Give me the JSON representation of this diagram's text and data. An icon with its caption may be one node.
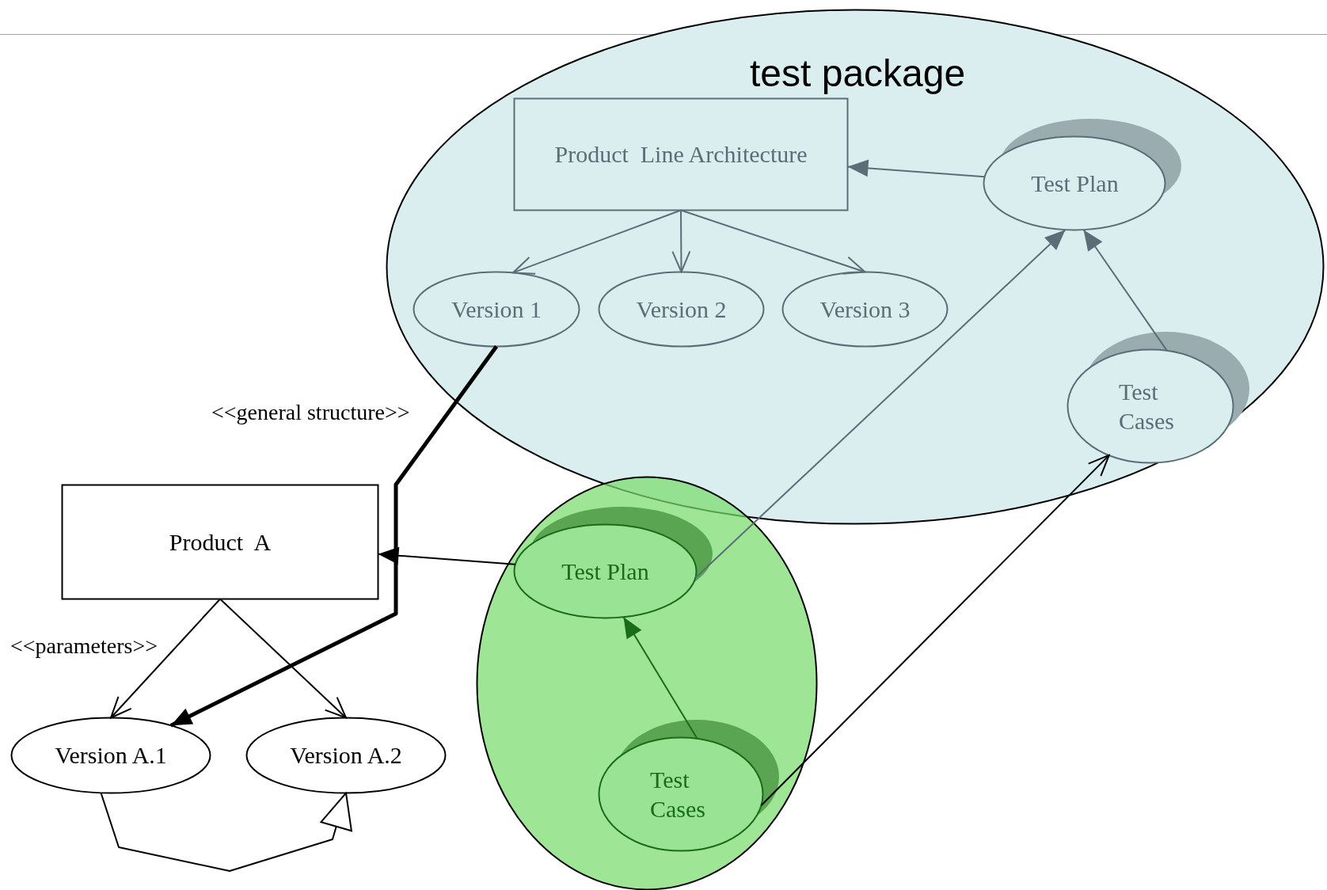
{
  "diagram": {
    "nodes": [
      {
        "text": [
          "test package"
        ]
      },
      {
        "text": [
          "Product  Line Architecture"
        ],
        "in": 0
      },
      {
        "text": [
          "Test Plan"
        ],
        "in": 0
      },
      {
        "text": [
          "Version 1"
        ],
        "in": 0
      },
      {
        "text": [
          "Version 2"
        ],
        "in": 0
      },
      {
        "text": [
          "Version 3"
        ],
        "in": 0
      },
      {
        "text": [
          "Test Cases"
        ],
        "in": 0
      },
      {
        "text": [
          "Product  A"
        ]
      },
      {
        "text": [],
        "shape": "circle"
      },
      {
        "text": [
          "Test Plan"
        ],
        "in": 8
      },
      {
        "text": [
          "Test Cases"
        ],
        "in": 8
      },
      {
        "text": [
          "Version A.1"
        ]
      },
      {
        "text": [
          "Version A.2"
        ]
      }
    ],
    "edges": [
      {
        "from": 2,
        "to": 1,
        "arrow": "to"
      },
      {
        "from": 1,
        "to": 3,
        "arrow": "to"
      },
      {
        "from": 1,
        "to": 4,
        "arrow": "to"
      },
      {
        "from": 1,
        "to": 5,
        "arrow": "to"
      },
      {
        "from": 6,
        "to": 2,
        "arrow": "to"
      },
      {
        "from": 9,
        "to": 7,
        "arrow": "to",
        "color": "#000000"
      },
      {
        "from": 9,
        "to": 2,
        "arrow": "to"
      },
      {
        "from": 10,
        "to": 9,
        "arrow": "to",
        "color": "#1a6b1a"
      },
      {
        "from": 10,
        "to": 6,
        "arrow": "to",
        "color": "#000000"
      },
      {
        "from": 3,
        "to": 11,
        "arrow": "to",
        "label": "<<general structure>>",
        "style": "thick",
        "color": "#000000"
      },
      {
        "from": 7,
        "to": 11,
        "arrow": "to",
        "label": "<<parameters>>",
        "color": "#000000"
      },
      {
        "from": 7,
        "to": 12,
        "arrow": "to",
        "color": "#000000"
      },
      {
        "from": 11,
        "to": 12,
        "arrow": "to",
        "color": "#000000"
      }
    ]
  }
}
